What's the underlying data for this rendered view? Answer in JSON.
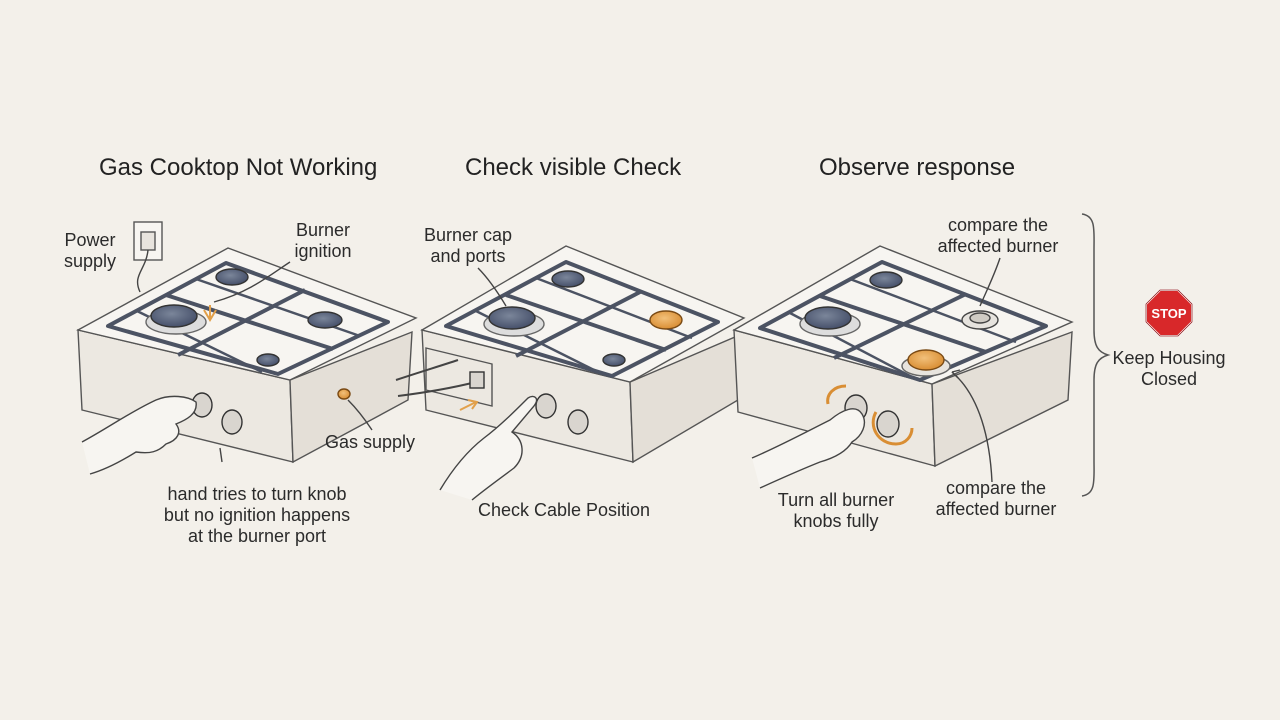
{
  "panels": [
    {
      "title": "Gas Cooktop Not Working"
    },
    {
      "title": "Check visible Check"
    },
    {
      "title": "Observe response"
    }
  ],
  "labels": {
    "power_supply": "Power\nsupply",
    "burner_ignition": "Burner\nignition",
    "gas_supply": "Gas supply",
    "hand_note": "hand tries to turn knob\nbut no ignition happens\nat the burner port",
    "burner_cap": "Burner cap\nand ports",
    "check_cable": "Check Cable Position",
    "compare_top": "compare the\naffected burner",
    "compare_bottom": "compare the\naffected burner",
    "turn_knobs": "Turn all burner\nknobs fully",
    "stop_sign": "STOP",
    "keep_closed": "Keep Housing\nClosed"
  },
  "colors": {
    "background": "#f3f0ea",
    "ink": "#2b2b2b",
    "highlight_orange": "#e2a04a",
    "burner_blue": "#4f5a6e",
    "grate": "#565d6c",
    "stop_red": "#d8282a"
  }
}
